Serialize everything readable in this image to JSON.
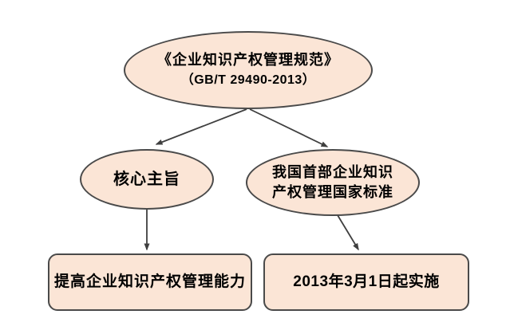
{
  "theme": {
    "background": "#ffffff",
    "shape_fill": "#fbe5d6",
    "shape_border": "#4a4a4a",
    "arrow_color": "#3f3f3f",
    "text_color": "#000000"
  },
  "diagram": {
    "type": "flowchart",
    "root": {
      "title": "《企业知识产权管理规范》",
      "subtitle": "（GB/T 29490-2013）"
    },
    "left_branch": {
      "node_label": "核心主旨",
      "result_label": "提高企业知识产权管理能力"
    },
    "right_branch": {
      "node_lines": [
        "我国首部企业知识",
        "产权管理国家标准"
      ],
      "result_label": "2013年3月1日起实施"
    }
  }
}
